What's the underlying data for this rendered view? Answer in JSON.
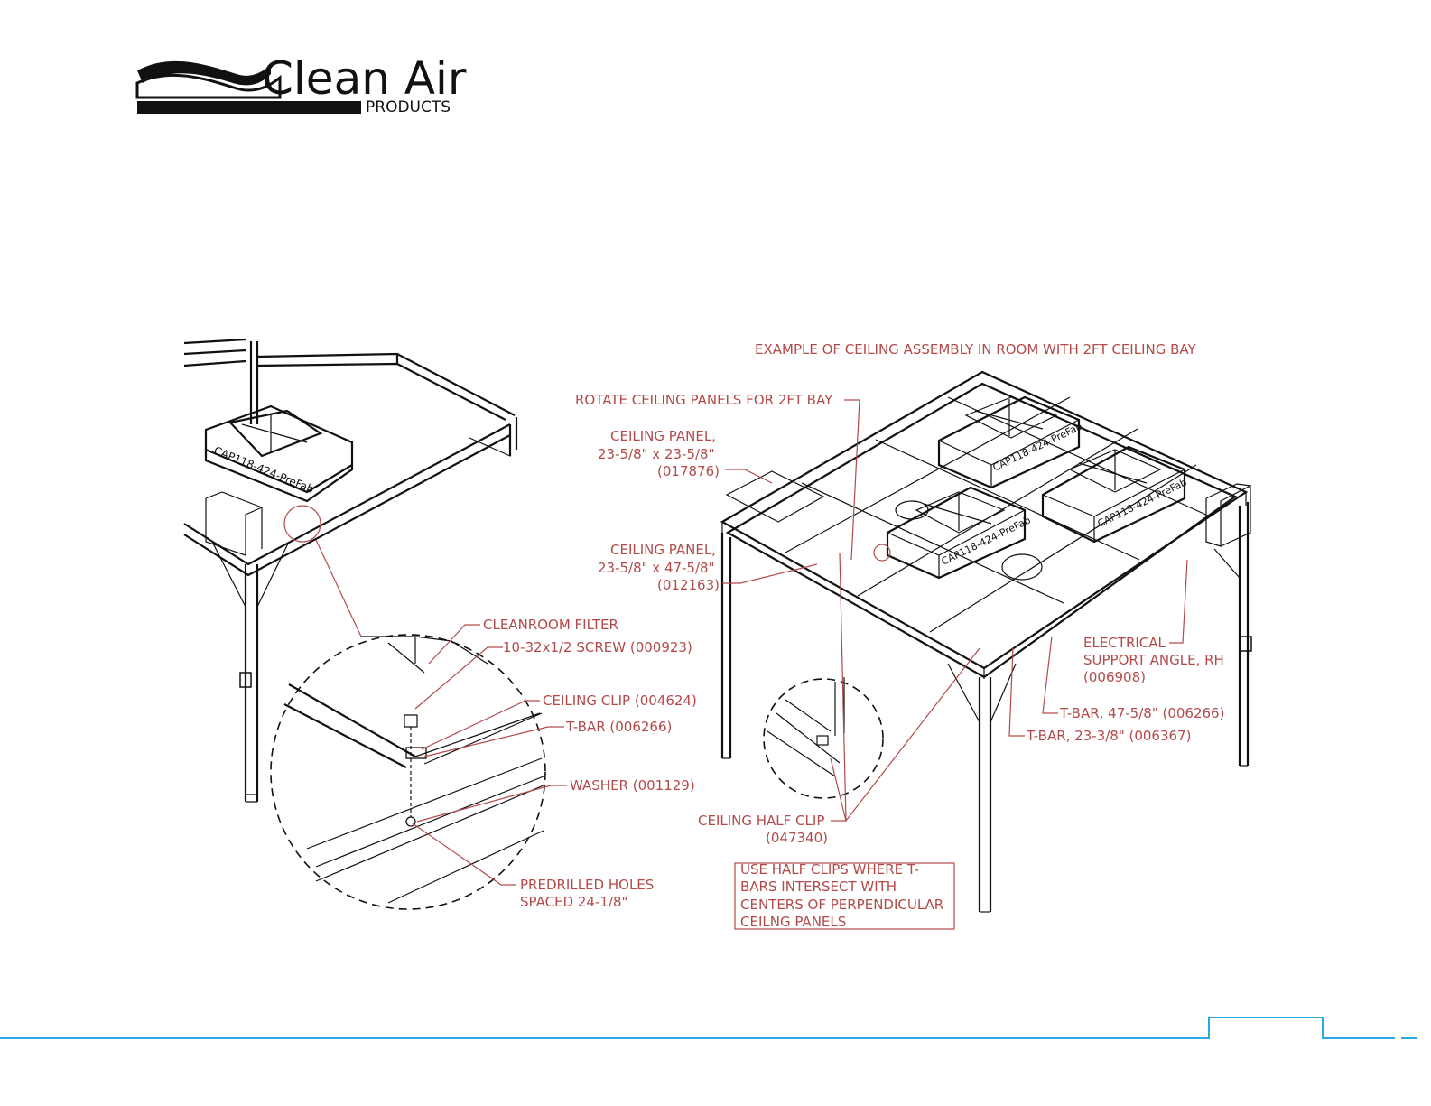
{
  "logo": {
    "name": "Clean Air",
    "sub": "PRODUCTS"
  },
  "labels": {
    "example_title": "EXAMPLE OF CEILING ASSEMBLY IN ROOM WITH 2FT CEILING BAY",
    "rotate": "ROTATE CEILING PANELS FOR 2FT BAY",
    "panel_small_1": "CEILING PANEL,",
    "panel_small_2": "23-5/8\" x 23-5/8\"",
    "panel_small_3": "(017876)",
    "panel_large_1": "CEILING PANEL,",
    "panel_large_2": "23-5/8\" x 47-5/8\"",
    "panel_large_3": "(012163)",
    "electrical_1": "ELECTRICAL",
    "electrical_2": "SUPPORT ANGLE, RH",
    "electrical_3": "(006908)",
    "tbar_47": "T-BAR, 47-5/8\" (006266)",
    "tbar_23": "T-BAR, 23-3/8\" (006367)",
    "half_clip_1": "CEILING HALF CLIP",
    "half_clip_2": "(047340)",
    "note_1": "USE HALF CLIPS WHERE T-",
    "note_2": "BARS INTERSECT WITH",
    "note_3": "CENTERS OF PERPENDICULAR",
    "note_4": "CEILNG PANELS",
    "filter": "CLEANROOM FILTER",
    "screw": "10-32x1/2 SCREW (000923)",
    "clip": "CEILING CLIP (004624)",
    "tbar": "T-BAR (006266)",
    "washer": "WASHER (001129)",
    "holes_1": "PREDRILLED HOLES",
    "holes_2": "SPACED 24-1/8\""
  },
  "filter_marking": "CAP118-424-PreFab"
}
